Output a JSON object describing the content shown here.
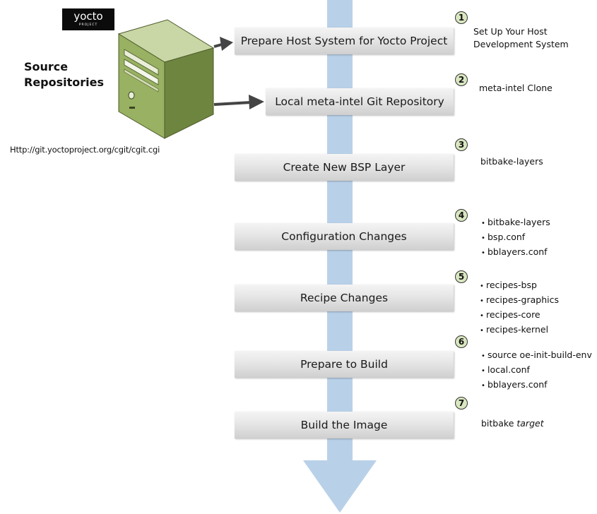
{
  "logo": {
    "text": "yocto",
    "subtext": "PROJECT"
  },
  "source": {
    "label_line1": "Source",
    "label_line2": "Repositories",
    "url": "Http://git.yoctoproject.org/cgit/cgit.cgi"
  },
  "steps": [
    {
      "number": "1",
      "title": "Prepare Host System for Yocto Project",
      "note": [
        "Set Up Your Host",
        "Development System"
      ]
    },
    {
      "number": "2",
      "title": "Local meta-intel Git Repository",
      "note": [
        "meta-intel Clone"
      ]
    },
    {
      "number": "3",
      "title": "Create New BSP Layer",
      "note": [
        "bitbake-layers"
      ]
    },
    {
      "number": "4",
      "title": "Configuration Changes",
      "bullets": [
        "bitbake-layers",
        "bsp.conf",
        "bblayers.conf"
      ]
    },
    {
      "number": "5",
      "title": "Recipe Changes",
      "bullets": [
        "recipes-bsp",
        "recipes-graphics",
        "recipes-core",
        "recipes-kernel"
      ]
    },
    {
      "number": "6",
      "title": "Prepare to Build",
      "bullets": [
        "source oe-init-build-env",
        "local.conf",
        "bblayers.conf"
      ]
    },
    {
      "number": "7",
      "title": "Build the Image",
      "note_prefix": "bitbake ",
      "note_italic": "target"
    }
  ],
  "colors": {
    "flow_arrow": "#b9d1e8",
    "server_body": "#8fa85c",
    "circle_fill": "#d9e7c0"
  },
  "icons": [
    "server-icon",
    "flow-arrow-icon",
    "connector-arrow-icon"
  ]
}
